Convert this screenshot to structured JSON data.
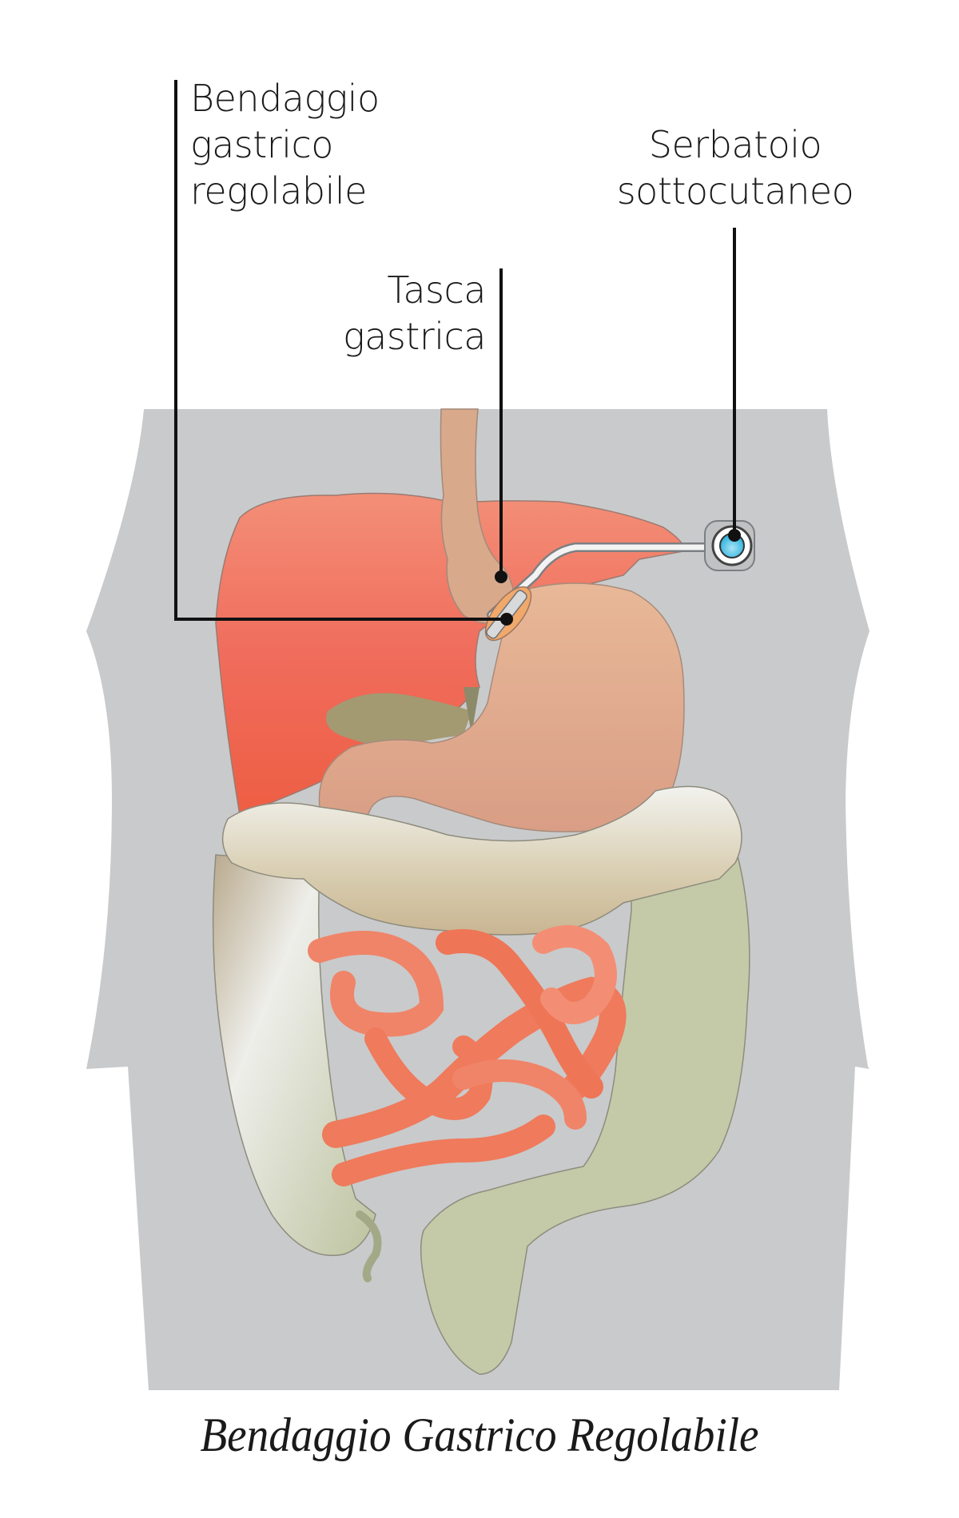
{
  "labels": {
    "band": {
      "lines": [
        "Bendaggio",
        "gastrico",
        "regolabile"
      ]
    },
    "reservoir": {
      "lines": [
        "Serbatoio",
        "sottocutaneo"
      ]
    },
    "pouch": {
      "lines": [
        "Tasca",
        "gastrica"
      ]
    }
  },
  "caption": "Bendaggio Gastrico Regolabile",
  "colors": {
    "torso": "#c9cacb",
    "liver_top": "#f28c74",
    "liver_bottom": "#ee5f45",
    "stomach": "#e3b293",
    "esophagus": "#d9a98c",
    "gallbladder": "#a39a72",
    "colon": "#c7cba9",
    "small_intestine": "#ef7a5c",
    "reservoir_fluid": "#4fc3e8",
    "leader_line": "#111111"
  },
  "icons": {
    "band": "adjustable-gastric-band-icon",
    "reservoir": "subcutaneous-port-icon"
  }
}
